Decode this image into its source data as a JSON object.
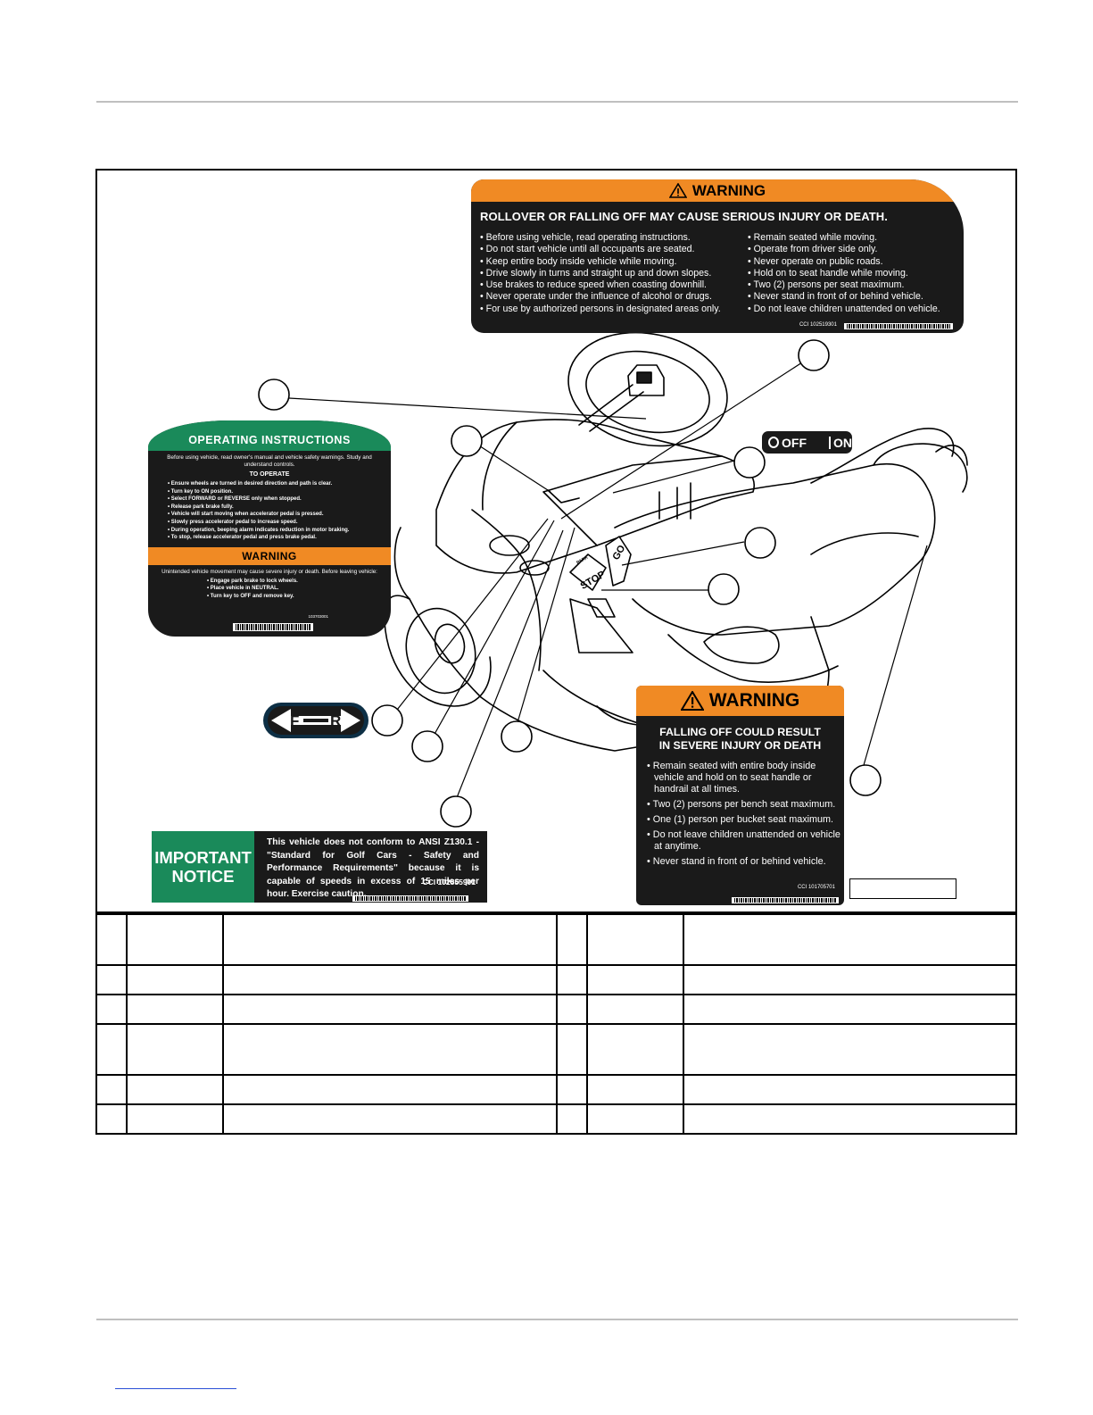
{
  "labels": {
    "rollover": {
      "header": "WARNING",
      "headline": "ROLLOVER OR FALLING OFF MAY CAUSE SERIOUS INJURY OR DEATH.",
      "left": [
        "• Before using vehicle, read operating instructions.",
        "• Do not start vehicle until all occupants are seated.",
        "• Keep entire body inside vehicle while moving.",
        "• Drive slowly in turns and straight up and down slopes.",
        "• Use brakes to reduce speed when coasting downhill.",
        "• Never operate under the influence of alcohol or drugs.",
        "• For use by authorized persons in designated areas only."
      ],
      "right": [
        "• Remain seated while moving.",
        "• Operate from driver side only.",
        "• Never operate on public roads.",
        "• Hold on to seat handle while moving.",
        "• Two (2) persons per seat maximum.",
        "• Never stand in front of or behind vehicle.",
        "• Do not leave children unattended on vehicle."
      ],
      "code": "CCI 102519301"
    },
    "operating": {
      "header": "OPERATING INSTRUCTIONS",
      "intro": "Before using vehicle, read owner's manual and vehicle safety warnings. Study and understand controls.",
      "sub": "TO OPERATE",
      "steps": [
        "Ensure wheels are turned in desired direction and path is clear.",
        "Turn key to ON position.",
        "Select FORWARD or REVERSE only when stopped.",
        "Release park brake fully.",
        "Vehicle will start moving when accelerator pedal is pressed.",
        "Slowly press accelerator pedal to increase speed.",
        "During operation, beeping alarm indicates reduction in motor braking.",
        "To stop, release accelerator pedal and press brake pedal."
      ],
      "warning_header": "WARNING",
      "warning_text": "Unintended vehicle movement may cause severe injury or death. Before leaving vehicle:",
      "warning_steps": [
        "Engage park brake to lock wheels.",
        "Place vehicle in NEUTRAL.",
        "Turn key to OFF and remove key."
      ],
      "code": "103703001"
    },
    "key": {
      "off": "OFF",
      "on": "ON"
    },
    "fr": {
      "f": "F",
      "r": "R"
    },
    "pedals": {
      "go": "GO",
      "stop": "STOP",
      "park": "PARK"
    },
    "notice": {
      "title_line1": "IMPORTANT",
      "title_line2": "NOTICE",
      "text": "This vehicle does not conform to ANSI Z130.1 - \"Standard for Golf Cars - Safety and Performance Requirements\" because it is capable of speeds in excess of 15 miles per hour. Exercise caution.",
      "code": "CCI 102555901"
    },
    "falling": {
      "header": "WARNING",
      "headline_line1": "FALLING OFF COULD RESULT",
      "headline_line2": "IN SEVERE INJURY OR DEATH",
      "items": [
        "Remain seated with entire body inside vehicle and hold on to seat handle or handrail at all times.",
        "Two (2) persons per bench seat maximum.",
        "One (1) person per bucket seat maximum.",
        "Do not leave children unattended on vehicle at anytime.",
        "Never stand in front of or behind vehicle."
      ],
      "code": "CCI 101705701"
    }
  }
}
